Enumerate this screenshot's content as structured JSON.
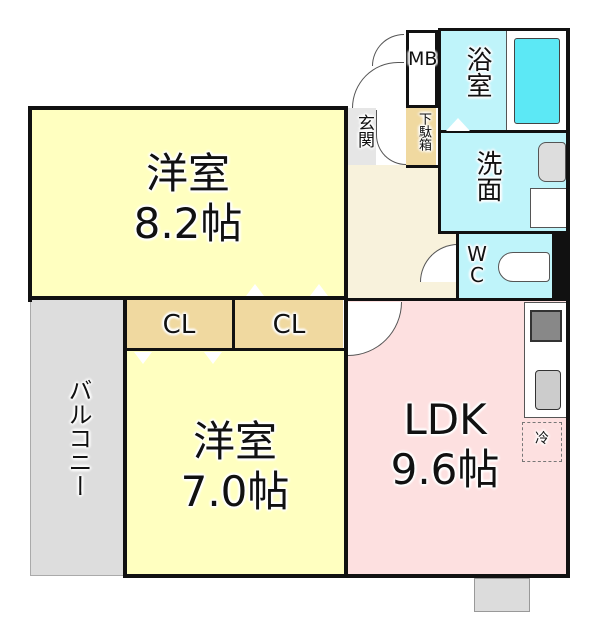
{
  "floorplan": {
    "rooms": {
      "western_room_1": {
        "name": "洋室",
        "size": "8.2帖"
      },
      "western_room_2": {
        "name": "洋室",
        "size": "7.0帖"
      },
      "ldk": {
        "name": "LDK",
        "size": "9.6帖"
      },
      "closet_1": {
        "name": "CL"
      },
      "closet_2": {
        "name": "CL"
      },
      "balcony": {
        "name": "バルコニー"
      },
      "bathroom": {
        "name": "浴室"
      },
      "washroom": {
        "name": "洗面"
      },
      "toilet": {
        "name": "WC"
      },
      "entrance": {
        "name": "玄関"
      },
      "shoe_box": {
        "name": "下駄箱"
      },
      "meter_box": {
        "name": "MB"
      },
      "fridge": {
        "name": "冷"
      }
    },
    "colors": {
      "western_room": "#ffffc0",
      "ldk": "#fde0e0",
      "wet_area": "#bff4fa",
      "closet": "#f0d9a0",
      "corridor": "#f8f2dc",
      "balcony": "#dddddd",
      "entrance": "#e6e6e6",
      "wall": "#111111"
    }
  }
}
